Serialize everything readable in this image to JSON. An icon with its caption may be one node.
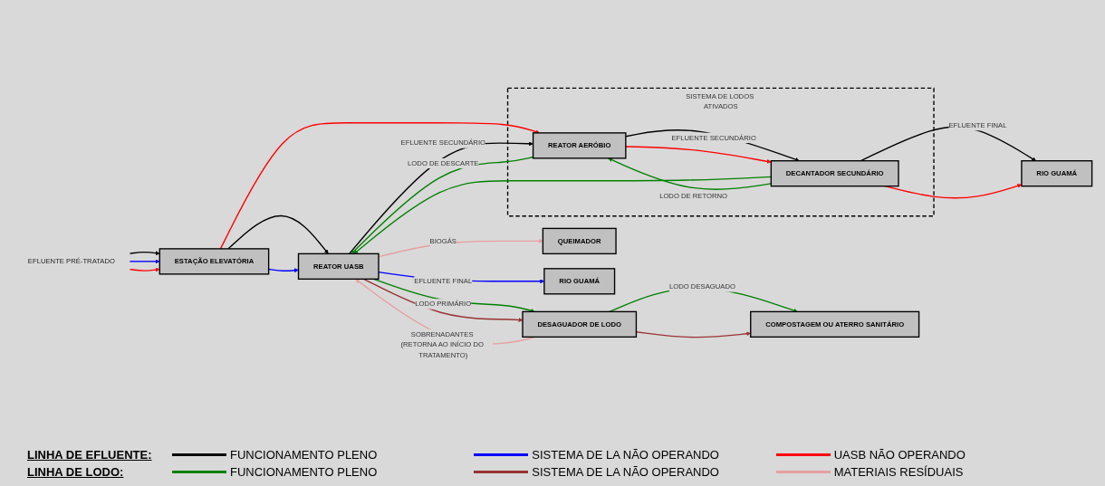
{
  "diagram": {
    "nodes": [
      {
        "text": [
          "ESTAÇÃO ELEVATÓRIA"
        ]
      },
      {
        "text": [
          "REATOR UASB"
        ]
      },
      {
        "text": [
          "DESAGUADOR DE LODO"
        ]
      },
      {
        "text": [
          "COMPOSTAGEM OU ATERRO SANITÁRIO"
        ]
      },
      {
        "text": [
          "SISTEMA DE LODOS ATIVADOS"
        ]
      },
      {
        "text": [
          "REATOR AERÓBIO"
        ],
        "in": 4
      },
      {
        "text": [
          "DECANTADOR SECUNDÁRIO"
        ],
        "in": 4
      },
      {
        "text": [
          "QUEIMADOR"
        ]
      },
      {
        "text": [
          "RIO GUAMÁ"
        ]
      },
      {
        "text": [
          "RIO GUAMÁ"
        ]
      },
      {
        "text": [
          "EFLUENTE PRÉ-TRATADO"
        ]
      }
    ],
    "edges": [
      {
        "from": 10,
        "to": 0,
        "arrow": "to",
        "color": "#000000"
      },
      {
        "from": 10,
        "to": 0,
        "arrow": "to",
        "color": "#0000ff"
      },
      {
        "from": 10,
        "to": 0,
        "arrow": "to",
        "color": "#ff0000"
      },
      {
        "from": 0,
        "to": 1,
        "arrow": "to",
        "color": "#000000"
      },
      {
        "from": 0,
        "to": 1,
        "arrow": "to",
        "color": "#0000ff"
      },
      {
        "from": 0,
        "to": 5,
        "arrow": "to",
        "color": "#ff0000"
      },
      {
        "from": 2,
        "to": 1,
        "arrow": "to",
        "label": "SOBRENADANTES (RETORNA AO INÍCIO DO TRATAMENTO)",
        "color": "#e6a0a0"
      },
      {
        "from": 1,
        "to": 2,
        "arrow": "to",
        "label": "LODO PRIMÁRIO",
        "color": "#008000"
      },
      {
        "from": 1,
        "to": 2,
        "arrow": "to",
        "color": "#993333"
      },
      {
        "from": 2,
        "to": 3,
        "arrow": "to",
        "label": "LODO DESAGUADO",
        "color": "#008000"
      },
      {
        "from": 2,
        "to": 3,
        "arrow": "to",
        "color": "#993333"
      },
      {
        "from": 1,
        "to": 5,
        "arrow": "to",
        "label": "EFLUENTE SECUNDÁRIO",
        "color": "#000000"
      },
      {
        "from": 1,
        "to": 7,
        "arrow": "to",
        "label": "BIOGÁS",
        "color": "#e6a0a0"
      },
      {
        "from": 1,
        "to": 8,
        "arrow": "to",
        "label": "EFLUENTE FINAL",
        "color": "#0000ff"
      },
      {
        "from": 5,
        "to": 6,
        "arrow": "to",
        "label": "EFLUENTE SECUNDÁRIO",
        "color": "#000000"
      },
      {
        "from": 5,
        "to": 6,
        "arrow": "to",
        "color": "#ff0000"
      },
      {
        "from": 5,
        "to": 1,
        "arrow": "to",
        "label": "LODO DE DESCARTE",
        "color": "#008000"
      },
      {
        "from": 6,
        "to": 1,
        "arrow": "to",
        "color": "#008000"
      },
      {
        "from": 6,
        "to": 5,
        "arrow": "to",
        "label": "LODO DE RETORNO",
        "color": "#008000"
      },
      {
        "from": 6,
        "to": 9,
        "arrow": "to",
        "label": "EFLUENTE FINAL",
        "color": "#000000"
      },
      {
        "from": 6,
        "to": 9,
        "arrow": "to",
        "color": "#ff0000"
      }
    ],
    "labels": [
      "LINHA DE EFLUENTE:",
      "LINHA DE LODO:"
    ],
    "legend": [
      {
        "text": "FUNCIONAMENTO PLENO"
      },
      {
        "text": "SISTEMA DE LA NÃO OPERANDO"
      },
      {
        "text": "UASB NÃO OPERANDO"
      },
      {
        "text": "FUNCIONAMENTO PLENO"
      },
      {
        "text": "SISTEMA DE LA NÃO OPERANDO"
      },
      {
        "text": "MATERIAIS RESÍDUAIS"
      }
    ]
  }
}
